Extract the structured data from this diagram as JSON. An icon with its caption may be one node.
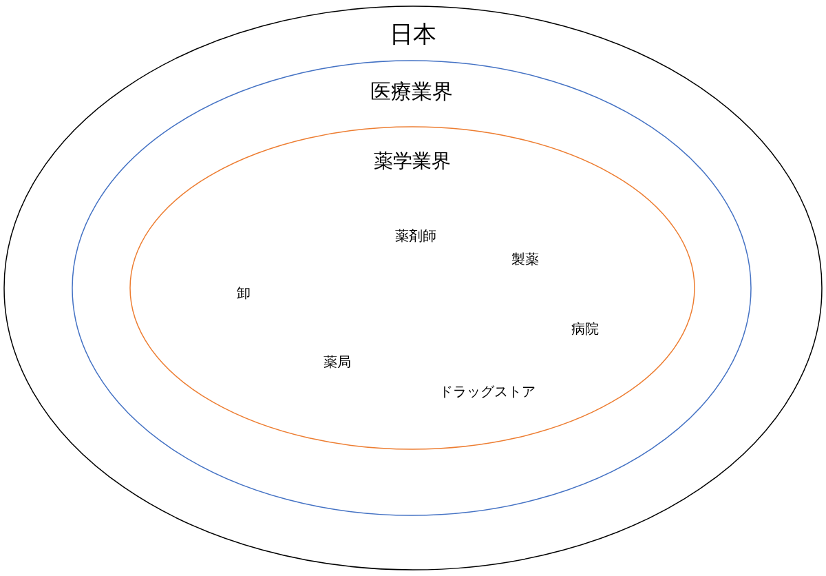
{
  "diagram": {
    "nodes": [
      {
        "text": [
          "日本"
        ]
      },
      {
        "text": [
          "医療業界"
        ],
        "in": 0
      },
      {
        "text": [
          "薬学業界"
        ],
        "in": 1
      }
    ],
    "labels": [
      "薬剤師",
      "製薬",
      "卸",
      "病院",
      "薬局",
      "ドラッグストア"
    ]
  }
}
